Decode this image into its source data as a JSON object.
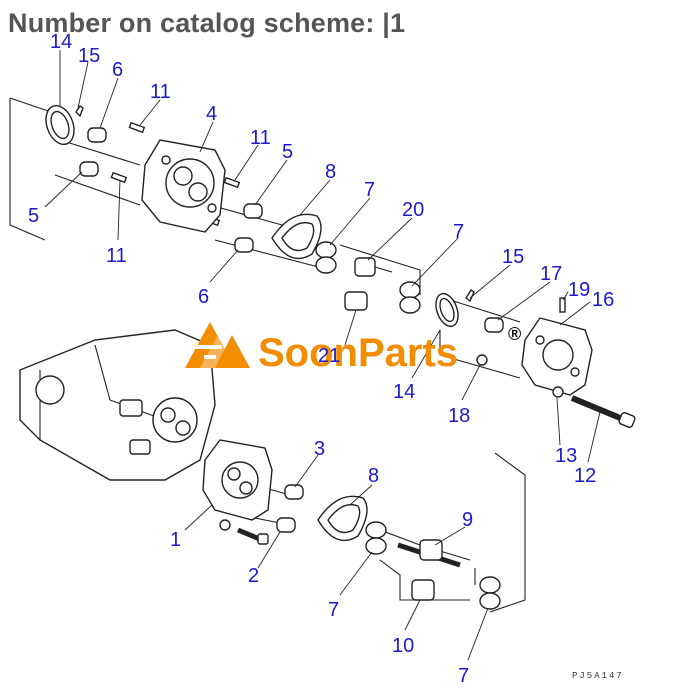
{
  "title": "Number on catalog scheme: |1",
  "watermark": {
    "text": "SoonParts",
    "registered": "®",
    "color": "#f28c00"
  },
  "drawing_code": "PJ5A147",
  "callouts": {
    "c14a": "14",
    "c15a": "15",
    "c6a": "6",
    "c11a": "11",
    "c4": "4",
    "c11b": "11",
    "c5a": "5",
    "c5b": "5",
    "c8a": "8",
    "c7a": "7",
    "c20": "20",
    "c11c": "11",
    "c7b": "7",
    "c6b": "6",
    "c15b": "15",
    "c17": "17",
    "c19": "19",
    "c16": "16",
    "c21": "21",
    "c14b": "14",
    "c18": "18",
    "c13": "13",
    "c12": "12",
    "c3": "3",
    "c8b": "8",
    "c9": "9",
    "c1": "1",
    "c2": "2",
    "c7c": "7",
    "c10": "10",
    "c7d": "7"
  }
}
